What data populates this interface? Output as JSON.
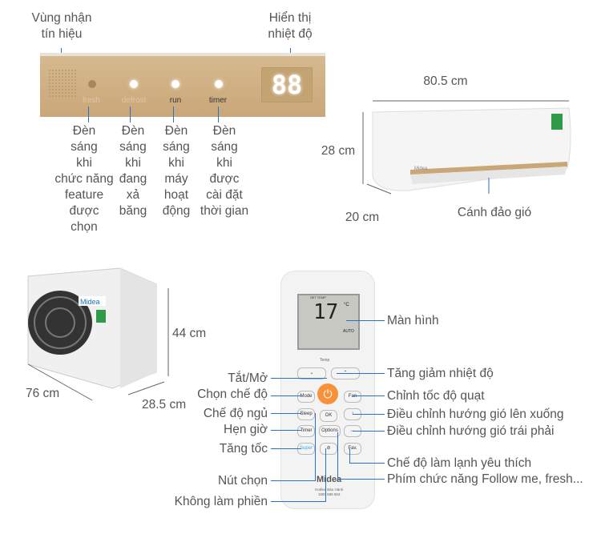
{
  "panel": {
    "signal_label": [
      "Vùng nhận",
      "tín hiệu"
    ],
    "display_label": [
      "Hiển thị",
      "nhiệt độ"
    ],
    "display_value": "88",
    "indicators": [
      {
        "name": "fresh",
        "desc": [
          "Đèn",
          "sáng",
          "khi",
          "chức năng",
          "feature",
          "được",
          "chọn"
        ]
      },
      {
        "name": "defrost",
        "desc": [
          "Đèn",
          "sáng",
          "khi",
          "đang",
          "xả",
          "băng"
        ]
      },
      {
        "name": "run",
        "desc": [
          "Đèn",
          "sáng",
          "khi",
          "máy",
          "hoạt",
          "động"
        ]
      },
      {
        "name": "timer",
        "desc": [
          "Đèn",
          "sáng",
          "khi",
          "được",
          "cài đặt",
          "thời gian"
        ]
      }
    ]
  },
  "indoor": {
    "width": "80.5 cm",
    "height": "28 cm",
    "depth": "20 cm",
    "louver": "Cánh đảo gió",
    "brand": "Midea"
  },
  "outdoor": {
    "height": "44 cm",
    "width": "76 cm",
    "depth": "28.5 cm",
    "brand": "Midea"
  },
  "remote": {
    "lcd": {
      "temp": "17",
      "unit": "°C",
      "set": "SET TEMP",
      "mode": "AUTO"
    },
    "temp_label": "Temp",
    "buttons": {
      "mode": "Mode",
      "fan": "Fan",
      "sleep": "Sleep",
      "ok": "OK",
      "timer": "Timer",
      "options": "Options",
      "super": "Super",
      "fav": "Fav."
    },
    "brand": "Midea",
    "hotline": [
      "Hotline Bảo Hành",
      "1800 588 863"
    ],
    "labels_right": [
      "Màn hình",
      "Tăng giảm nhiệt độ",
      "Chỉnh tốc độ quạt",
      "Điều chỉnh hướng gió lên xuống",
      "Điều chỉnh hướng gió trái phải",
      "Chế độ làm lạnh yêu thích",
      "Phím chức năng Follow me, fresh..."
    ],
    "labels_left": [
      "Tắt/Mở",
      "Chọn chế độ",
      "Chế độ ngủ",
      "Hẹn giờ",
      "Tăng tốc",
      "Nút chọn",
      "Không làm phiền"
    ]
  },
  "colors": {
    "line": "#2a72c9",
    "panel": "#c9a778",
    "power": "#f7923a"
  }
}
